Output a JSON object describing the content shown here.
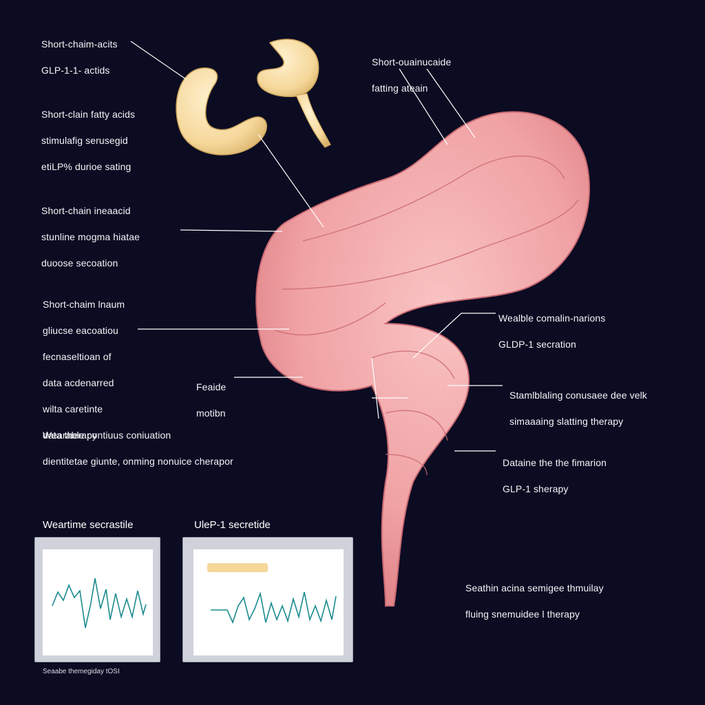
{
  "colors": {
    "background": "#0b0b22",
    "tissue": "#f0a2a4",
    "tissue_dark": "#d9787e",
    "tissue_light": "#f7bdbd",
    "fat": "#f5d79a",
    "leader": "#ffffff",
    "chart_line": "#1a8a8e"
  },
  "labels": {
    "top_left": [
      "Short-chaim-acits",
      "GLP-1-1- actids"
    ],
    "top_right": [
      "Short-ouainucaide",
      "fatting ateain"
    ],
    "left_1": [
      "Short-clain fatty acids",
      "stimulafig serusegid",
      "etiLP% durioe sating"
    ],
    "left_2": [
      "Short-chain ineaacid",
      "stunline mogma hiatae",
      "duoose secoation"
    ],
    "left_3": [
      "Short-chaim lnaum",
      "gliucse eacoatiou",
      "fecnaseltioan of",
      "data acdenarred",
      "wilta caretinte",
      "data therapy"
    ],
    "left_4": [
      "Feaide",
      "motibn"
    ],
    "left_5": [
      "Wearable contiuus coniuation",
      "dientitetae giunte, onming nonuice cherapor"
    ],
    "right_1": [
      "Wealble comalin-narions",
      "GLDP-1 secration"
    ],
    "right_2": [
      "Stamlblaling conusaee dee velk",
      "simaaaing slatting therapy"
    ],
    "right_3": [
      "Dataine the the fimarion",
      "GLP-1 sherapy"
    ],
    "right_4": [
      "Seathin acina semigee thmuilay",
      "fluing snemuidee l therapy"
    ]
  },
  "panels": {
    "left_title": "Weartime secrastile",
    "right_title": "UleP-1 secretide",
    "footer": "Seaabe themegiday tOSI"
  },
  "icons": [
    "fat-globule-icon",
    "gut-organ-icon"
  ]
}
